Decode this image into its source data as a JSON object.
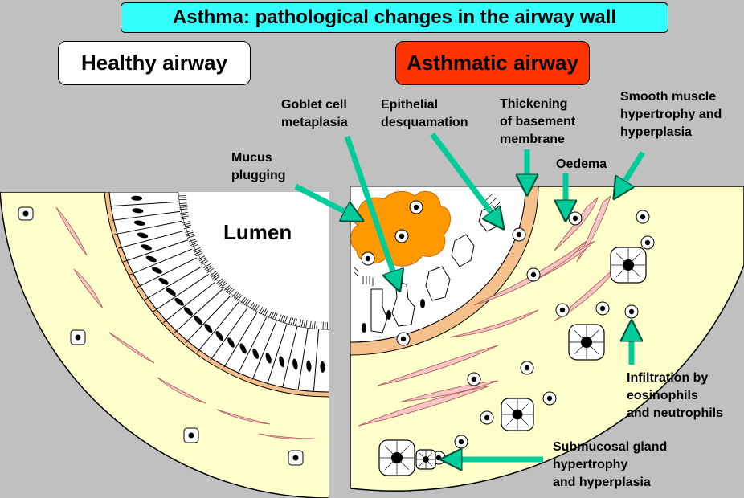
{
  "title": "Asthma: pathological changes in the airway wall",
  "healthy_label": "Healthy airway",
  "asthma_label": "Asthmatic airway",
  "lumen": "Lumen",
  "annotations": {
    "goblet": [
      "Goblet cell",
      "metaplasia"
    ],
    "epithelial": [
      "Epithelial",
      "desquamation"
    ],
    "basement": [
      "Thickening",
      "of basement",
      "membrane"
    ],
    "smooth": [
      "Smooth muscle",
      "hypertrophy  and",
      "hyperplasia"
    ],
    "mucus": [
      "Mucus",
      "plugging"
    ],
    "oedema": [
      "Oedema"
    ],
    "infiltration": [
      "Infiltration by",
      "eosinophils",
      "and neutrophils"
    ],
    "gland": [
      "Submucosal gland",
      "hypertrophy",
      "and hyperplasia"
    ]
  },
  "colors": {
    "background": "#c0c0c0",
    "title_fill": "#33ffff",
    "asthma_fill": "#ff3300",
    "submucosa": "#ffffcc",
    "basement_membrane": "#f4c08c",
    "smooth_muscle": "#f4c6c6",
    "mucus": "#ff9900",
    "arrow": "#00cc99"
  }
}
